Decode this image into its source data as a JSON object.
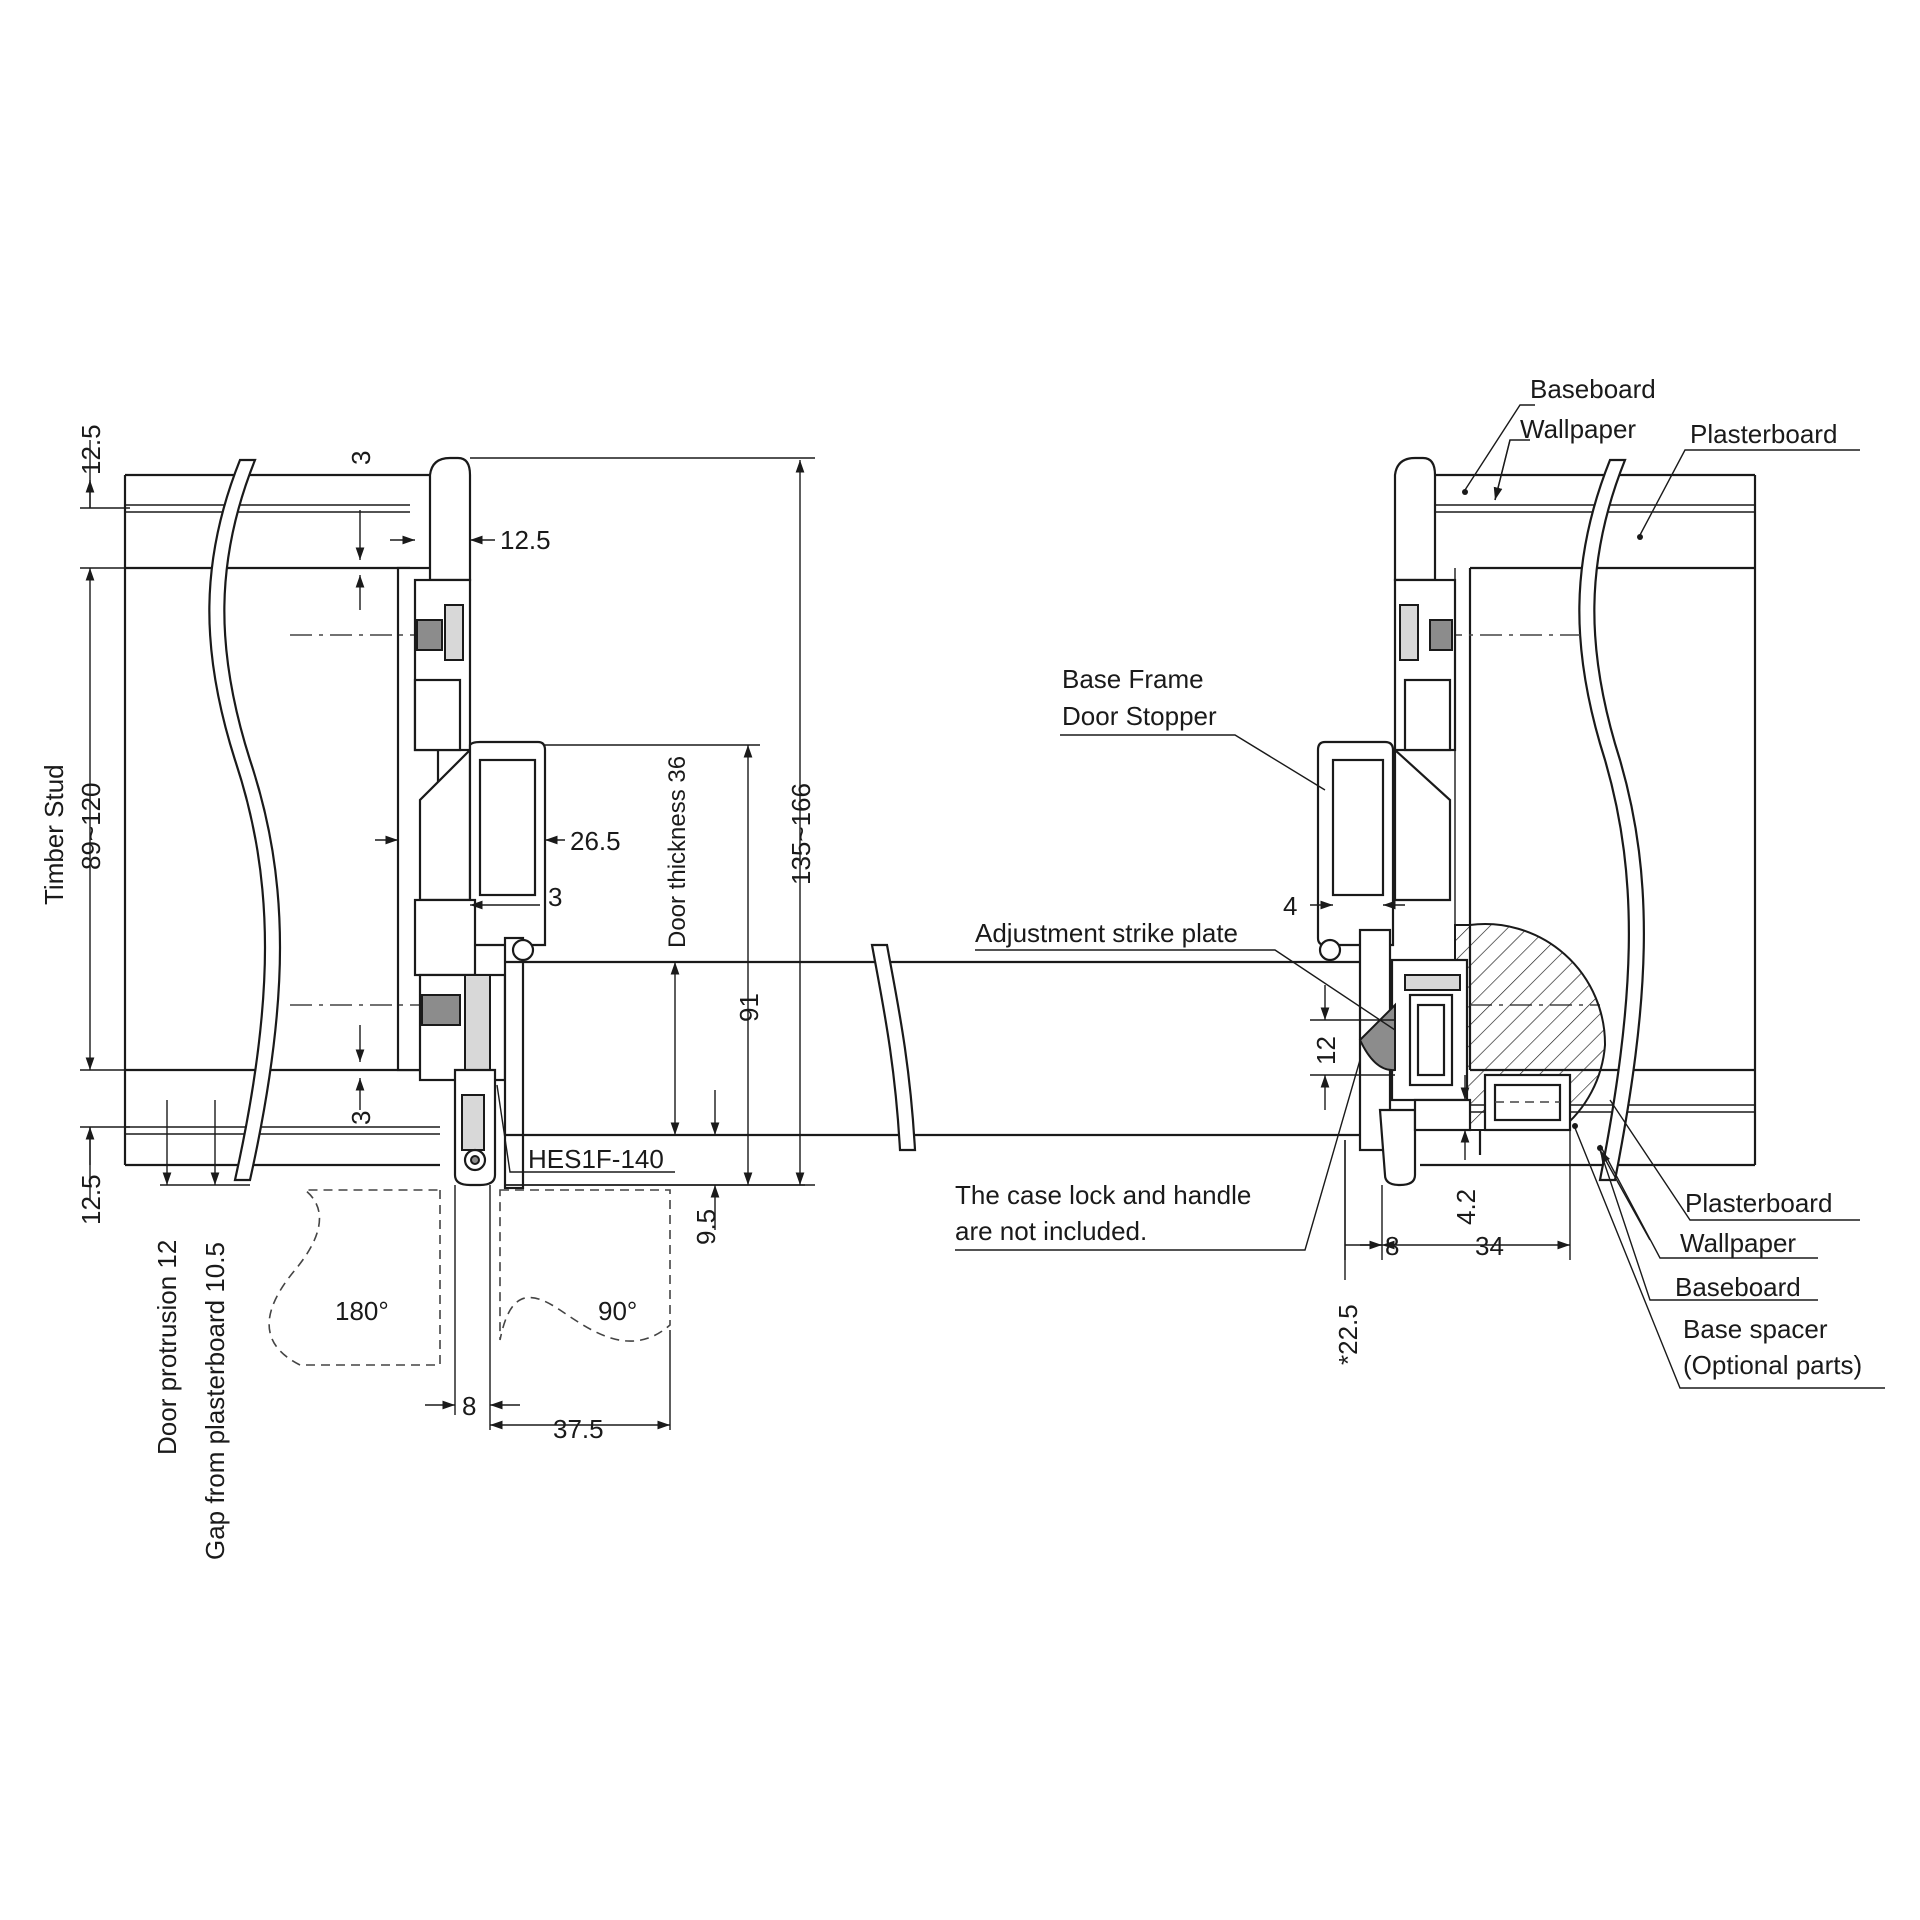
{
  "labels": {
    "baseboard_top": "Baseboard",
    "wallpaper_top": "Wallpaper",
    "plasterboard_top": "Plasterboard",
    "base_frame": "Base Frame",
    "door_stopper": "Door Stopper",
    "adjustment_strike_plate": "Adjustment strike plate",
    "case_lock_line1": "The case lock and handle",
    "case_lock_line2": "are not included.",
    "hinge_model": "HES1F-140",
    "plasterboard_bottom": "Plasterboard",
    "wallpaper_bottom": "Wallpaper",
    "baseboard_bottom": "Baseboard",
    "base_spacer_line1": "Base spacer",
    "base_spacer_line2": "(Optional parts)",
    "timber_stud": "Timber Stud",
    "door_protrusion": "Door protrusion 12",
    "gap_from_plasterboard": "Gap from plasterboard 10.5",
    "door_thickness": "Door thickness 36",
    "angle_180": "180°",
    "angle_90": "90°"
  },
  "dimensions": {
    "top_left_12_5": "12.5",
    "stud_89_120": "89~120",
    "bottom_left_12_5": "12.5",
    "gap_3_top": "3",
    "offset_12_5": "12.5",
    "offset_26_5": "26.5",
    "gap_3_mid": "3",
    "gap_3_bottom": "3",
    "total_135_166": "135~166",
    "height_91": "91",
    "offset_9_5": "9.5",
    "width_8_left": "8",
    "width_37_5": "37.5",
    "gap_4": "4",
    "height_12": "12",
    "height_4_2": "4.2",
    "width_8_right": "8",
    "width_34": "34",
    "note_22_5": "*22.5"
  }
}
